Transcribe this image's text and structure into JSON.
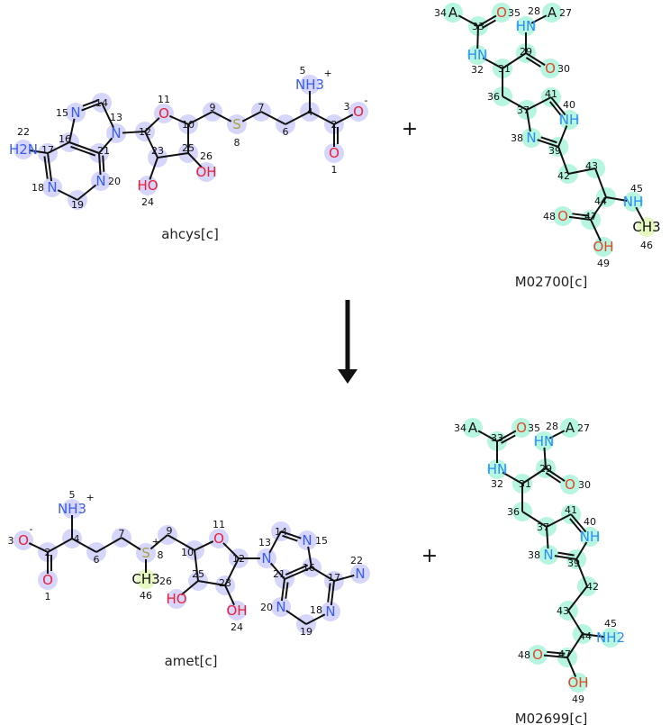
{
  "reaction": {
    "operator_plus": "+",
    "arrow": "reaction-arrow"
  },
  "colors": {
    "highlight_purine": "#d6d6fa",
    "highlight_peptide": "#b6f5df",
    "highlight_methyl": "#e6f8c2",
    "nitrogen": "#3a5cf0",
    "nitrogen_alt": "#2a8cf5",
    "oxygen": "#e8203a",
    "oxygen_alt": "#e04a2a",
    "sulfur": "#a8a040",
    "bond": "#111111"
  },
  "molecules": [
    {
      "name": "ahcys[c]",
      "side": "reactant",
      "atoms": [
        {
          "n": "1",
          "label": "O",
          "charge": ""
        },
        {
          "n": "2",
          "label": "",
          "charge": ""
        },
        {
          "n": "3",
          "label": "O",
          "charge": "-"
        },
        {
          "n": "4",
          "label": "",
          "charge": ""
        },
        {
          "n": "5",
          "label": "NH3",
          "charge": "+"
        },
        {
          "n": "6",
          "label": "",
          "charge": ""
        },
        {
          "n": "7",
          "label": "",
          "charge": ""
        },
        {
          "n": "8",
          "label": "S",
          "charge": ""
        },
        {
          "n": "9",
          "label": "",
          "charge": ""
        },
        {
          "n": "10",
          "label": "",
          "charge": ""
        },
        {
          "n": "11",
          "label": "O",
          "charge": ""
        },
        {
          "n": "12",
          "label": "",
          "charge": ""
        },
        {
          "n": "13",
          "label": "N",
          "charge": ""
        },
        {
          "n": "14",
          "label": "",
          "charge": ""
        },
        {
          "n": "15",
          "label": "N",
          "charge": ""
        },
        {
          "n": "16",
          "label": "",
          "charge": ""
        },
        {
          "n": "17",
          "label": "",
          "charge": ""
        },
        {
          "n": "18",
          "label": "N",
          "charge": ""
        },
        {
          "n": "19",
          "label": "",
          "charge": ""
        },
        {
          "n": "20",
          "label": "N",
          "charge": ""
        },
        {
          "n": "21",
          "label": "",
          "charge": ""
        },
        {
          "n": "22",
          "label": "H2N",
          "charge": ""
        },
        {
          "n": "23",
          "label": "",
          "charge": ""
        },
        {
          "n": "24",
          "label": "HO",
          "charge": ""
        },
        {
          "n": "25",
          "label": "",
          "charge": ""
        },
        {
          "n": "26",
          "label": "OH",
          "charge": ""
        }
      ]
    },
    {
      "name": "M02700[c]",
      "side": "reactant",
      "atoms": [
        {
          "n": "27",
          "label": "A",
          "charge": ""
        },
        {
          "n": "28",
          "label": "HN",
          "charge": ""
        },
        {
          "n": "29",
          "label": "",
          "charge": ""
        },
        {
          "n": "30",
          "label": "O",
          "charge": ""
        },
        {
          "n": "31",
          "label": "",
          "charge": ""
        },
        {
          "n": "32",
          "label": "HN",
          "charge": ""
        },
        {
          "n": "33",
          "label": "",
          "charge": ""
        },
        {
          "n": "34",
          "label": "A",
          "charge": ""
        },
        {
          "n": "35",
          "label": "O",
          "charge": ""
        },
        {
          "n": "36",
          "label": "",
          "charge": ""
        },
        {
          "n": "37",
          "label": "",
          "charge": ""
        },
        {
          "n": "38",
          "label": "N",
          "charge": ""
        },
        {
          "n": "39",
          "label": "",
          "charge": ""
        },
        {
          "n": "40",
          "label": "NH",
          "charge": ""
        },
        {
          "n": "41",
          "label": "",
          "charge": ""
        },
        {
          "n": "42",
          "label": "",
          "charge": ""
        },
        {
          "n": "43",
          "label": "",
          "charge": ""
        },
        {
          "n": "44",
          "label": "",
          "charge": ""
        },
        {
          "n": "45",
          "label": "NH",
          "charge": ""
        },
        {
          "n": "46",
          "label": "CH3",
          "charge": ""
        },
        {
          "n": "47",
          "label": "",
          "charge": ""
        },
        {
          "n": "48",
          "label": "O",
          "charge": ""
        },
        {
          "n": "49",
          "label": "OH",
          "charge": ""
        }
      ]
    },
    {
      "name": "amet[c]",
      "side": "product",
      "atoms": [
        {
          "n": "1",
          "label": "O",
          "charge": ""
        },
        {
          "n": "2",
          "label": "",
          "charge": ""
        },
        {
          "n": "3",
          "label": "O",
          "charge": "-"
        },
        {
          "n": "4",
          "label": "",
          "charge": ""
        },
        {
          "n": "5",
          "label": "NH3",
          "charge": "+"
        },
        {
          "n": "6",
          "label": "",
          "charge": ""
        },
        {
          "n": "7",
          "label": "",
          "charge": ""
        },
        {
          "n": "8",
          "label": "S",
          "charge": "+"
        },
        {
          "n": "9",
          "label": "",
          "charge": ""
        },
        {
          "n": "10",
          "label": "",
          "charge": ""
        },
        {
          "n": "11",
          "label": "O",
          "charge": ""
        },
        {
          "n": "12",
          "label": "",
          "charge": ""
        },
        {
          "n": "13",
          "label": "N",
          "charge": ""
        },
        {
          "n": "14",
          "label": "",
          "charge": ""
        },
        {
          "n": "15",
          "label": "N",
          "charge": ""
        },
        {
          "n": "16",
          "label": "",
          "charge": ""
        },
        {
          "n": "17",
          "label": "",
          "charge": ""
        },
        {
          "n": "18",
          "label": "N",
          "charge": ""
        },
        {
          "n": "19",
          "label": "",
          "charge": ""
        },
        {
          "n": "20",
          "label": "N",
          "charge": ""
        },
        {
          "n": "21",
          "label": "",
          "charge": ""
        },
        {
          "n": "22",
          "label": "N",
          "charge": ""
        },
        {
          "n": "23",
          "label": "",
          "charge": ""
        },
        {
          "n": "24",
          "label": "OH",
          "charge": ""
        },
        {
          "n": "25",
          "label": "",
          "charge": ""
        },
        {
          "n": "26",
          "label": "HO",
          "charge": ""
        },
        {
          "n": "46",
          "label": "CH3",
          "charge": ""
        }
      ]
    },
    {
      "name": "M02699[c]",
      "side": "product",
      "atoms": [
        {
          "n": "27",
          "label": "A",
          "charge": ""
        },
        {
          "n": "28",
          "label": "HN",
          "charge": ""
        },
        {
          "n": "29",
          "label": "",
          "charge": ""
        },
        {
          "n": "30",
          "label": "O",
          "charge": ""
        },
        {
          "n": "31",
          "label": "",
          "charge": ""
        },
        {
          "n": "32",
          "label": "HN",
          "charge": ""
        },
        {
          "n": "33",
          "label": "",
          "charge": ""
        },
        {
          "n": "34",
          "label": "A",
          "charge": ""
        },
        {
          "n": "35",
          "label": "O",
          "charge": ""
        },
        {
          "n": "36",
          "label": "",
          "charge": ""
        },
        {
          "n": "37",
          "label": "",
          "charge": ""
        },
        {
          "n": "38",
          "label": "N",
          "charge": ""
        },
        {
          "n": "39",
          "label": "",
          "charge": ""
        },
        {
          "n": "40",
          "label": "NH",
          "charge": ""
        },
        {
          "n": "41",
          "label": "",
          "charge": ""
        },
        {
          "n": "42",
          "label": "",
          "charge": ""
        },
        {
          "n": "43",
          "label": "",
          "charge": ""
        },
        {
          "n": "44",
          "label": "",
          "charge": ""
        },
        {
          "n": "45",
          "label": "NH2",
          "charge": ""
        },
        {
          "n": "47",
          "label": "",
          "charge": ""
        },
        {
          "n": "48",
          "label": "O",
          "charge": ""
        },
        {
          "n": "49",
          "label": "OH",
          "charge": ""
        }
      ]
    }
  ]
}
